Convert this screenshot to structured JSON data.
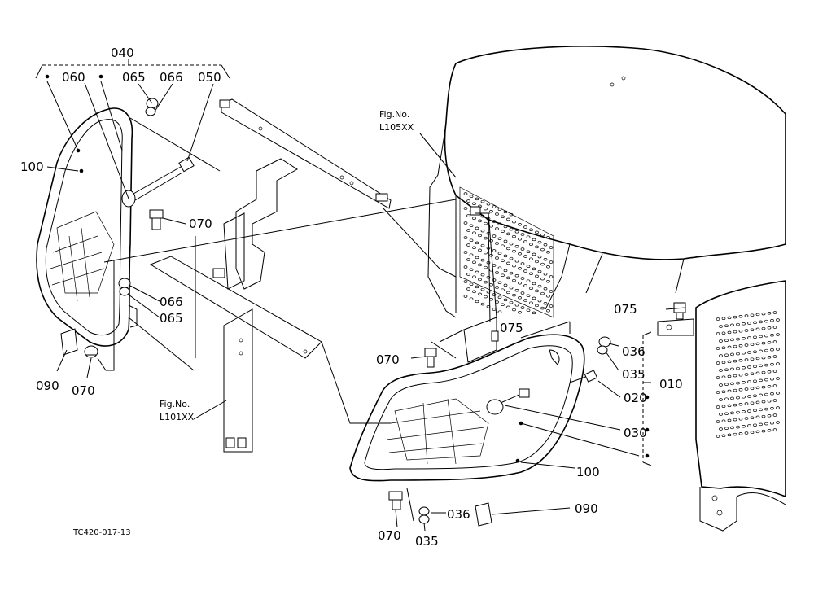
{
  "labels": {
    "l040": "040",
    "l060": "060",
    "l065a": "065",
    "l066a": "066",
    "l050": "050",
    "l100a": "100",
    "l070a": "070",
    "l066b": "066",
    "l065b": "065",
    "l090a": "090",
    "l070b": "070",
    "l075a": "075",
    "l075b": "075",
    "l070c": "070",
    "l036a": "036",
    "l035a": "035",
    "l010": "010",
    "l020": "020",
    "l030": "030",
    "l100b": "100",
    "l036b": "036",
    "l090b": "090",
    "l070d": "070",
    "l035b": "035"
  },
  "refs": {
    "fig_label_a": "Fig.No.",
    "fig_code_a": "L105XX",
    "fig_label_b": "Fig.No.",
    "fig_code_b": "L101XX"
  },
  "footer": {
    "drawing_code": "TC420-017-13"
  }
}
